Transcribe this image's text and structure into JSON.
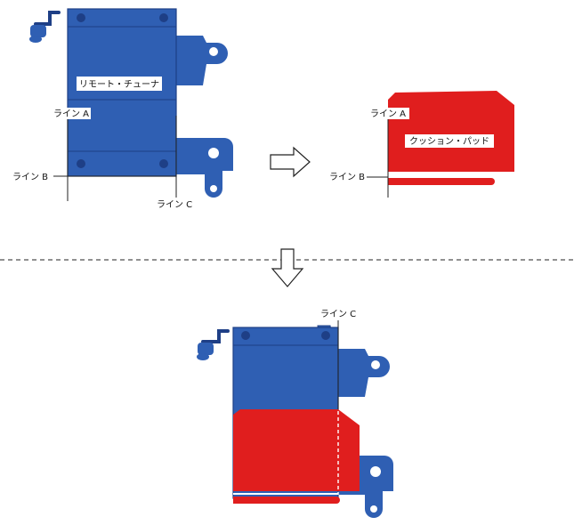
{
  "labels": {
    "remote_tuner": "リモート・チューナ",
    "cushion_pad": "クッション・パッド",
    "line_a": "ライン A",
    "line_b": "ライン B",
    "line_c": "ライン C"
  },
  "colors": {
    "tuner_blue": "#2f5fb3",
    "tuner_dark": "#1e3f86",
    "pad_red": "#e01e1e",
    "line": "#222222",
    "background": "#ffffff"
  },
  "icons": {
    "step_arrow_right": "arrow-right-icon",
    "step_arrow_down": "arrow-down-icon"
  }
}
